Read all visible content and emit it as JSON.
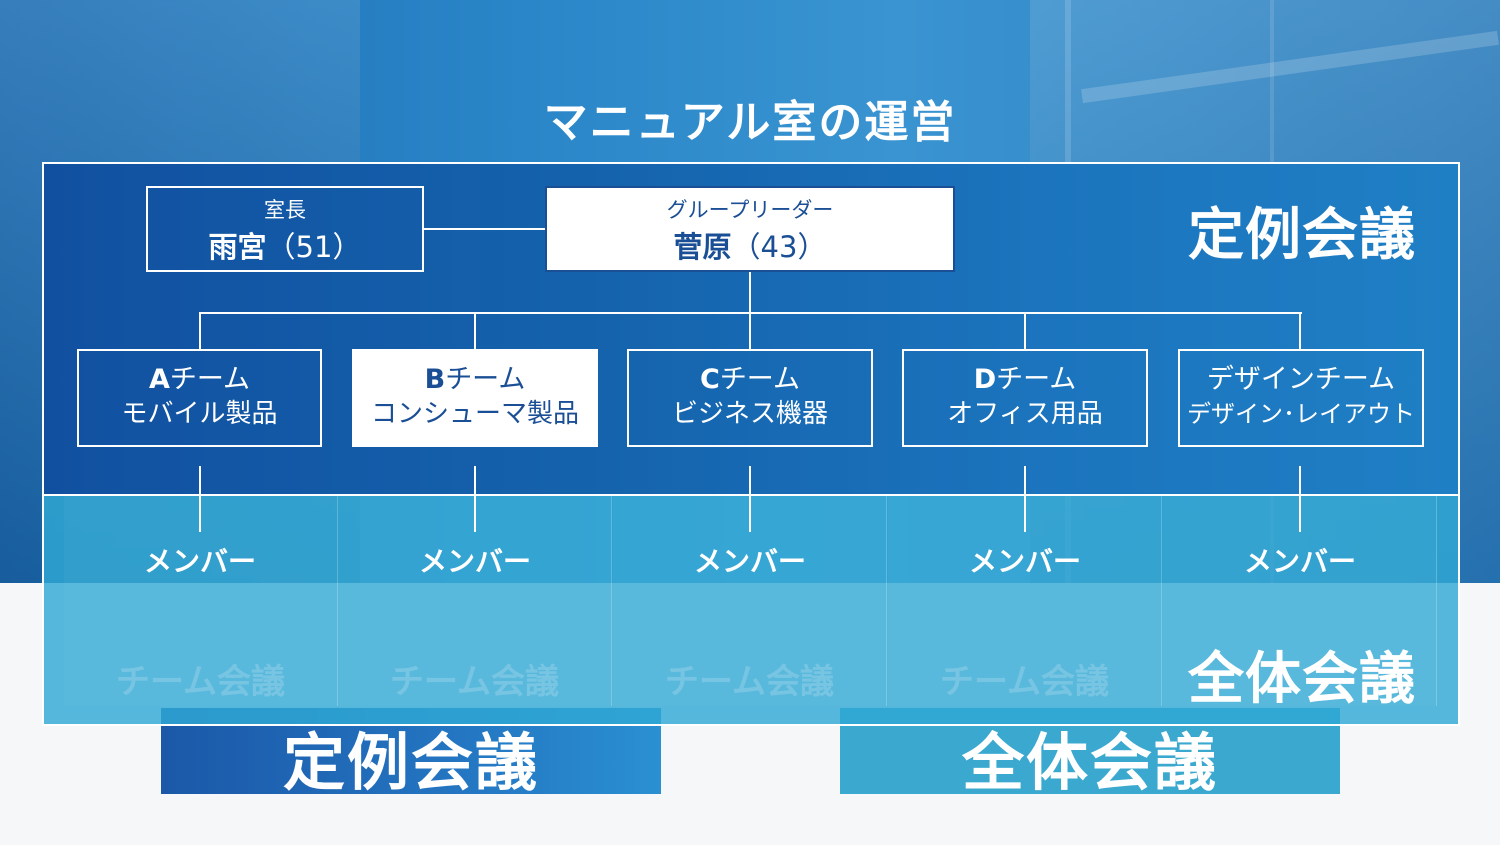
{
  "title": "マニュアル室の運営",
  "chief": {
    "role": "室長",
    "name": "雨宮",
    "age": "（51）"
  },
  "leader": {
    "role": "グループリーダー",
    "name": "菅原",
    "age": "（43）"
  },
  "teams": [
    {
      "letter": "A",
      "suffix": "チーム",
      "desc": "モバイル製品"
    },
    {
      "letter": "B",
      "suffix": "チーム",
      "desc": "コンシューマ製品"
    },
    {
      "letter": "C",
      "suffix": "チーム",
      "desc": "ビジネス機器"
    },
    {
      "letter": "D",
      "suffix": "チーム",
      "desc": "オフィス用品"
    },
    {
      "letter": "",
      "suffix": "デザインチーム",
      "desc": "デザイン･レイアウト"
    }
  ],
  "member_label": "メンバー",
  "ghost_label": "チーム会議",
  "regular_meeting": "定例会議",
  "general_meeting": "全体会議",
  "bottom_left": "定例会議",
  "bottom_right": "全体会議"
}
